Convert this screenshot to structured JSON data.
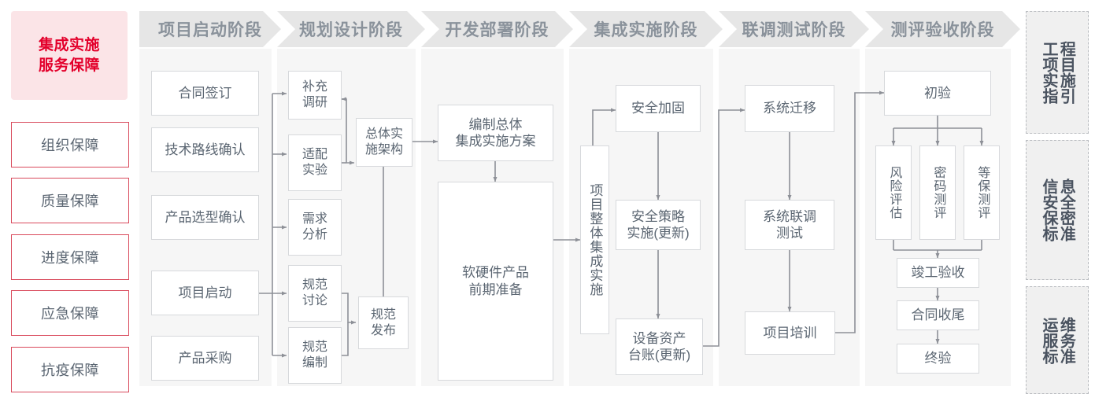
{
  "left_panel": {
    "title_lines": [
      "集成实施",
      "服务保障"
    ],
    "title_color": "#e3002b",
    "title_bg": "#fbe4e7",
    "border_color": "#d94a5c",
    "items": [
      {
        "label": "组织保障"
      },
      {
        "label": "质量保障"
      },
      {
        "label": "进度保障"
      },
      {
        "label": "应急保障"
      },
      {
        "label": "抗疫保障"
      }
    ]
  },
  "phases": [
    {
      "id": "startup",
      "header": "项目启动阶段",
      "nodes": [
        {
          "id": "n-contract-sign",
          "label": "合同签订"
        },
        {
          "id": "n-tech-route",
          "label": "技术路线确认"
        },
        {
          "id": "n-product-select",
          "label": "产品选型确认"
        },
        {
          "id": "n-project-start",
          "label": "项目启动"
        },
        {
          "id": "n-product-purchase",
          "label": "产品采购"
        }
      ]
    },
    {
      "id": "planning",
      "header": "规划设计阶段",
      "nodes": [
        {
          "id": "n-supp-research",
          "label": "补充\n调研"
        },
        {
          "id": "n-adapt-test",
          "label": "适配\n实验"
        },
        {
          "id": "n-req-analysis",
          "label": "需求\n分析"
        },
        {
          "id": "n-spec-discuss",
          "label": "规范\n讨论"
        },
        {
          "id": "n-spec-draft",
          "label": "规范\n编制"
        },
        {
          "id": "n-overall-arch",
          "label": "总体实\n施架构"
        },
        {
          "id": "n-spec-release",
          "label": "规范\n发布"
        }
      ]
    },
    {
      "id": "develop",
      "header": "开发部署阶段",
      "nodes": [
        {
          "id": "n-overall-plan",
          "label": "编制总体\n集成实施方案"
        },
        {
          "id": "n-hwsw-prep",
          "label": "软硬件产品\n前期准备"
        }
      ]
    },
    {
      "id": "integration",
      "header": "集成实施阶段",
      "nodes": [
        {
          "id": "n-overall-integration",
          "label": "项目整体集成实施"
        },
        {
          "id": "n-sec-harden",
          "label": "安全加固"
        },
        {
          "id": "n-sec-policy",
          "label": "安全策略\n实施(更新)"
        },
        {
          "id": "n-asset-ledger",
          "label": "设备资产\n台账(更新)"
        }
      ]
    },
    {
      "id": "jointtest",
      "header": "联调测试阶段",
      "nodes": [
        {
          "id": "n-sys-migrate",
          "label": "系统迁移"
        },
        {
          "id": "n-sys-jointtest",
          "label": "系统联调\n测试"
        },
        {
          "id": "n-project-train",
          "label": "项目培训"
        }
      ]
    },
    {
      "id": "acceptance",
      "header": "测评验收阶段",
      "nodes": [
        {
          "id": "n-prelim-accept",
          "label": "初验"
        },
        {
          "id": "n-risk-eval",
          "label": "风险评估"
        },
        {
          "id": "n-crypto-eval",
          "label": "密码测评"
        },
        {
          "id": "n-grade-eval",
          "label": "等保测评"
        },
        {
          "id": "n-final-inspect",
          "label": "竣工验收"
        },
        {
          "id": "n-contract-close",
          "label": "合同收尾"
        },
        {
          "id": "n-final-accept",
          "label": "终验"
        }
      ]
    }
  ],
  "standards": [
    {
      "id": "std-eng",
      "col_right": "程目施引",
      "col_left": "工项实指",
      "full": "工程项目实施指引"
    },
    {
      "id": "std-sec",
      "col_right": "息全密准",
      "col_left": "信安保标",
      "full": "信息安全保密标准"
    },
    {
      "id": "std-ops",
      "col_right": "维务准",
      "col_left": "运服标",
      "full": "运维服务标准"
    }
  ],
  "colors": {
    "header_bg": "#e6e6e6",
    "header_text": "#8a929b",
    "column_bg": "#f6f6f6",
    "node_border": "#d7d9dc",
    "node_text": "#5b6672",
    "wire": "#8d9097",
    "accent_red": "#e3002b"
  }
}
